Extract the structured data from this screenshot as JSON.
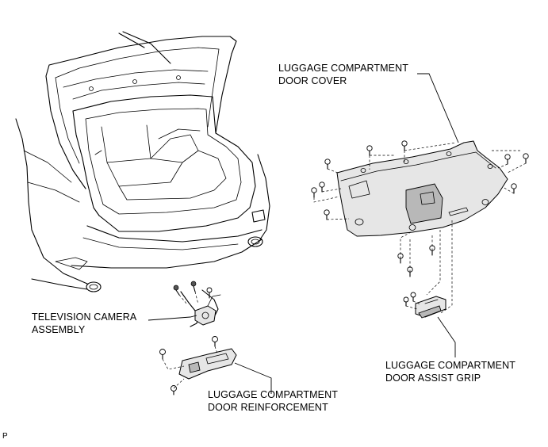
{
  "labels": {
    "door_cover_line1": "LUGGAGE COMPARTMENT",
    "door_cover_line2": "DOOR COVER",
    "camera_line1": "TELEVISION CAMERA",
    "camera_line2": "ASSEMBLY",
    "assist_grip_line1": "LUGGAGE COMPARTMENT",
    "assist_grip_line2": "DOOR ASSIST GRIP",
    "reinforcement_line1": "LUGGAGE COMPARTMENT",
    "reinforcement_line2": "DOOR REINFORCEMENT",
    "corner_mark": "P"
  }
}
